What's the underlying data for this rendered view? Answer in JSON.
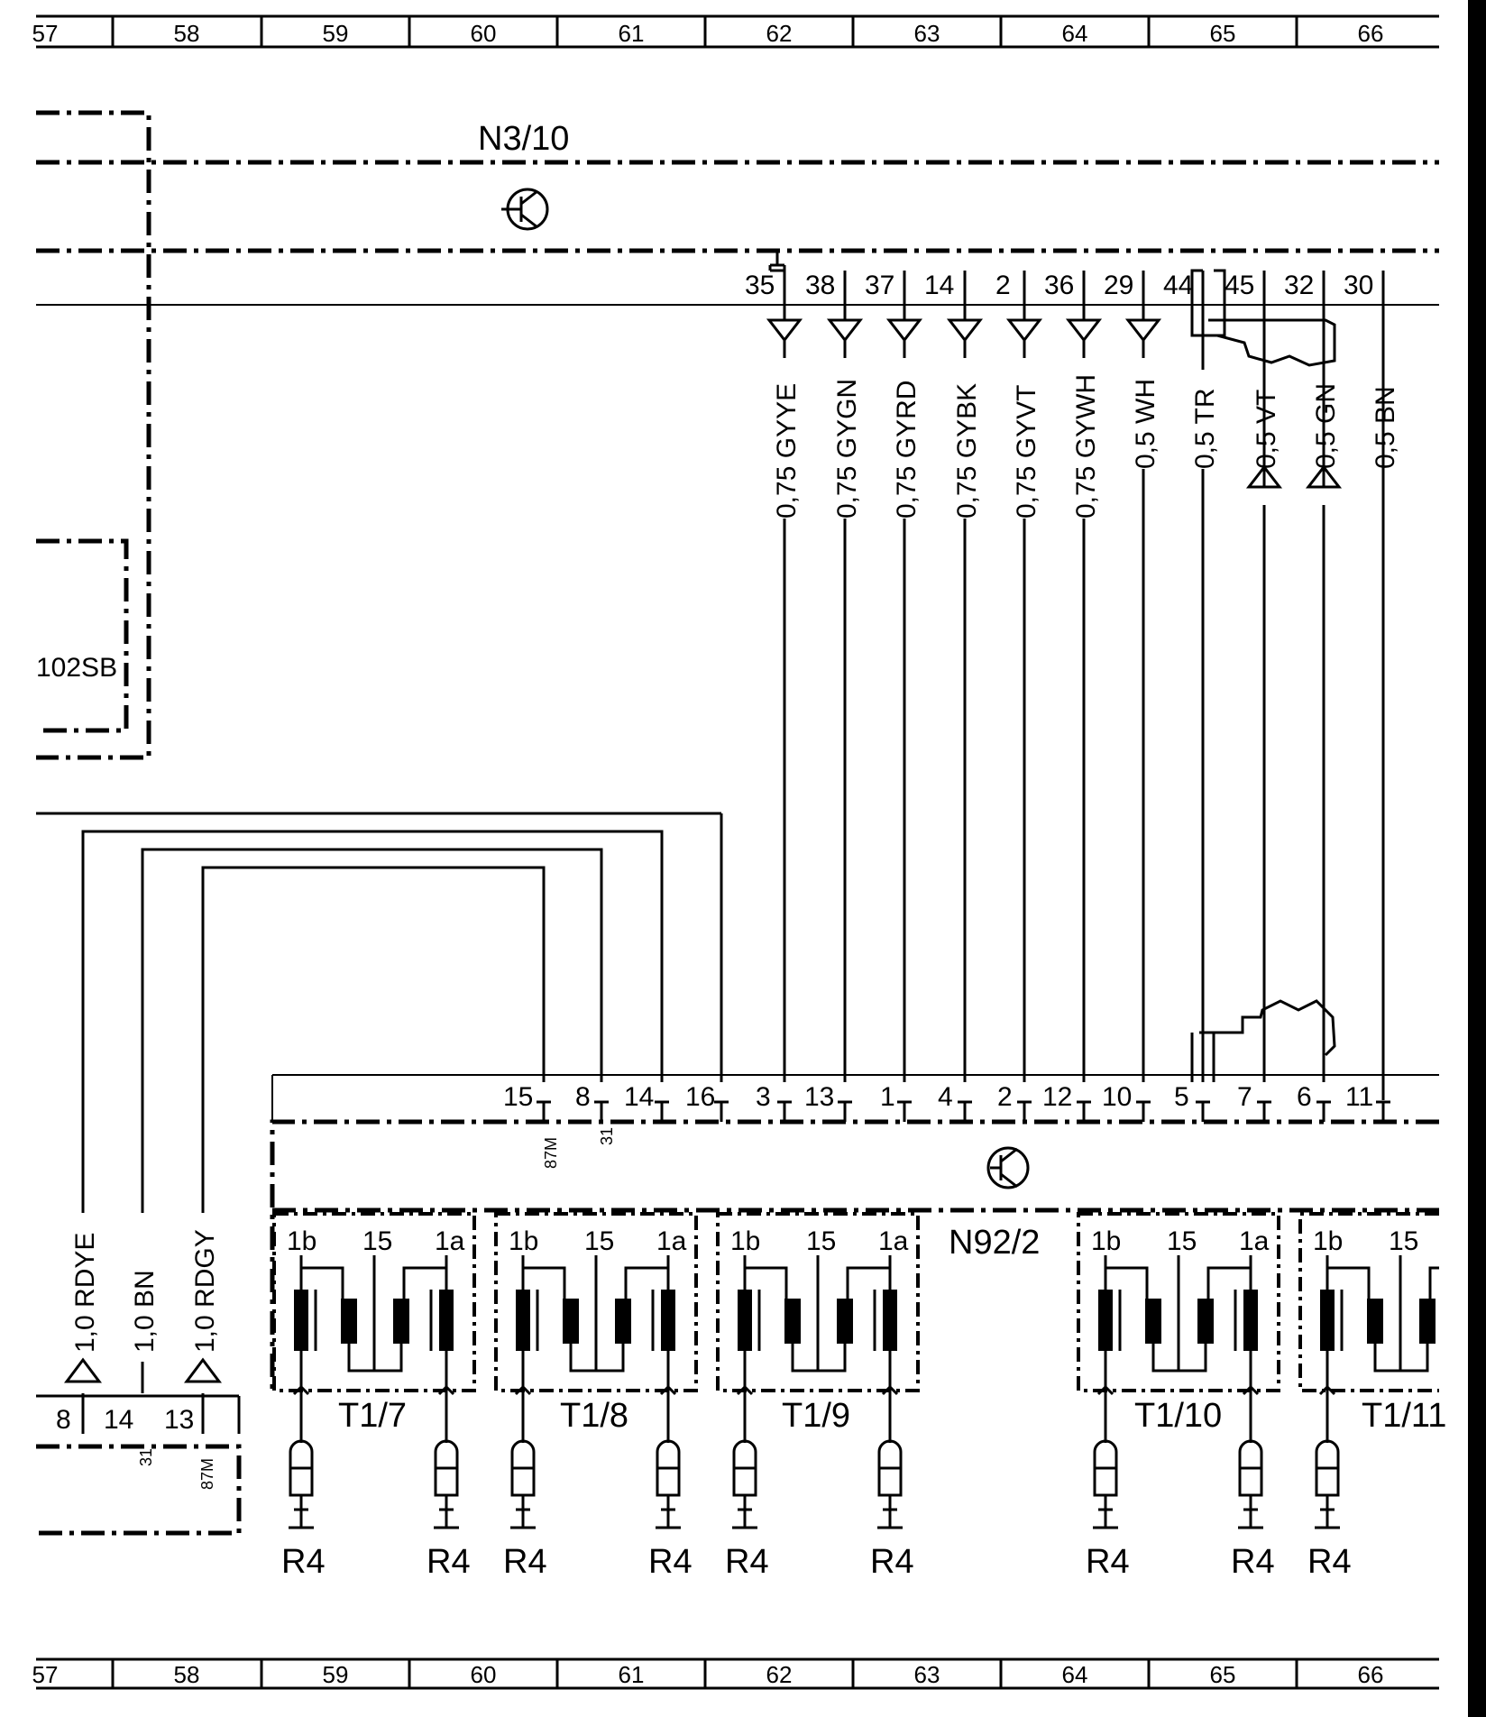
{
  "ruler_top": [
    "57",
    "58",
    "59",
    "60",
    "61",
    "62",
    "63",
    "64",
    "65",
    "66"
  ],
  "ruler_bottom": [
    "57",
    "58",
    "59",
    "60",
    "61",
    "62",
    "63",
    "64",
    "65",
    "66"
  ],
  "components": {
    "n3_10": "N3/10",
    "n92_2": "N92/2",
    "left_box_fragment": "102SB"
  },
  "top_pins": [
    "35",
    "38",
    "37",
    "14",
    "2",
    "36",
    "29",
    "44",
    "45",
    "32",
    "30"
  ],
  "top_wires": [
    "0,75 GYYE",
    "0,75 GYGN",
    "0,75 GYRD",
    "0,75 GYBK",
    "0,75 GYVT",
    "0,75 GYWH",
    "0,5 WH",
    "0,5 TR",
    "0,5 VT",
    "0,5 GN",
    "0,5 BN"
  ],
  "bottom_pins": [
    "15",
    "8",
    "14",
    "16",
    "3",
    "13",
    "1",
    "4",
    "2",
    "12",
    "10",
    "5",
    "7",
    "6",
    "11"
  ],
  "pin_tags": {
    "p87m": "87M",
    "p31": "31"
  },
  "left_wires": [
    "1,0 RDYE",
    "1,0 BN",
    "1,0 RDGY"
  ],
  "left_pins": [
    "8",
    "14",
    "13"
  ],
  "coil_terminals": {
    "t1b": "1b",
    "t15": "15",
    "t1a": "1a"
  },
  "coils": [
    "T1/7",
    "T1/8",
    "T1/9",
    "T1/10",
    "T1/11"
  ],
  "spark_plug": "R4"
}
